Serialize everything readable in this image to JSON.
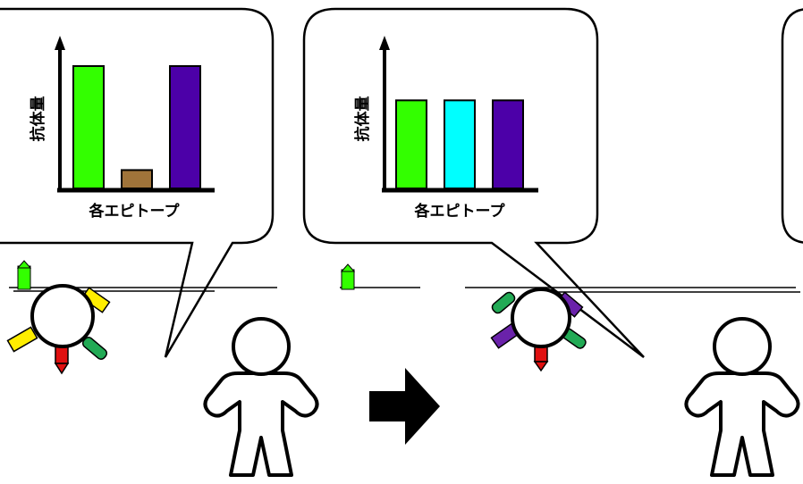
{
  "panels": [
    {
      "chart_data": {
        "type": "bar",
        "categories": [
          "",
          "",
          ""
        ],
        "values": [
          1.0,
          0.15,
          1.0
        ],
        "colors": [
          "#33ff00",
          "#a0743a",
          "#4c00a8"
        ],
        "xlabel": "各エピトープ",
        "ylabel": "抗体量"
      },
      "antigen_spikes": [
        "green",
        "red",
        "yellow",
        "yellow"
      ]
    },
    {
      "chart_data": {
        "type": "bar",
        "categories": [
          "",
          "",
          ""
        ],
        "values": [
          0.72,
          0.72,
          0.72
        ],
        "colors": [
          "#33ff00",
          "#00ffff",
          "#4c00a8"
        ],
        "xlabel": "各エピトープ",
        "ylabel": "抗体量"
      },
      "antigen_spikes": [
        "green",
        "purple",
        "green",
        "red",
        "purple"
      ]
    }
  ],
  "colors": {
    "green": "#22aa55",
    "bright_green": "#33ff00",
    "red": "#e01010",
    "yellow": "#ffee00",
    "purple": "#6a22aa",
    "arrow": "#000000"
  }
}
